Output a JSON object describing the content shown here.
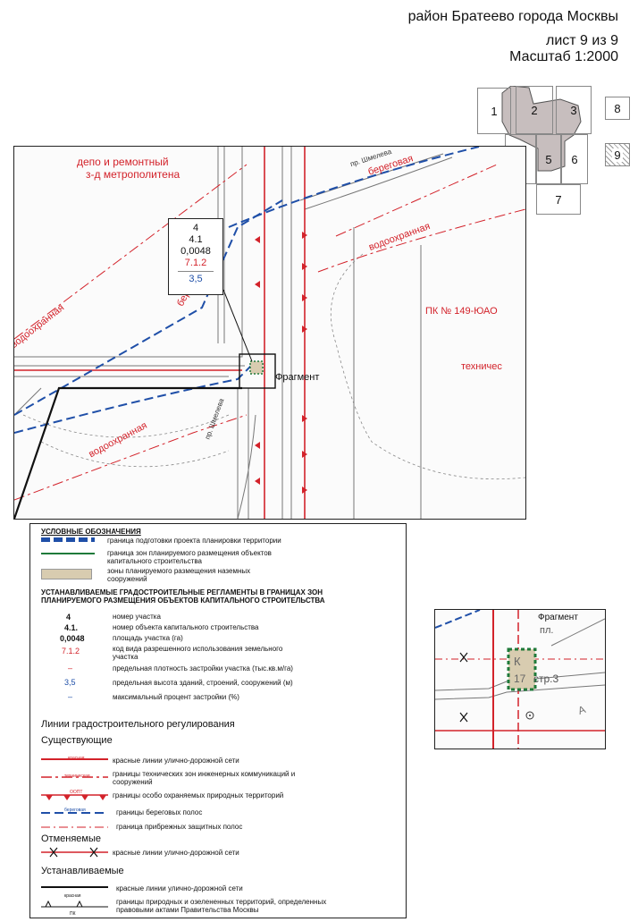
{
  "header": {
    "district": "район Братеево города Москвы",
    "sheet": "лист 9 из 9",
    "scale": "Масштаб 1:2000"
  },
  "sheet_index": {
    "cells": [
      "1",
      "2",
      "3",
      "4",
      "5",
      "6",
      "7",
      "8",
      "9"
    ],
    "current": "9"
  },
  "map": {
    "labels": {
      "depot": "депо и ремонтный",
      "depot2": "з-д метрополитена",
      "coastal1": "береговая",
      "coastal2": "береговая",
      "water1": "водоохранная",
      "water2": "водоохранная",
      "water3": "водоохранная",
      "pk": "ПК № 149-ЮАО",
      "tech": "техничес",
      "fragment": "Фрагмент",
      "street1": "пр. Шмелева",
      "street2": "пр. Шмелева"
    },
    "callout": {
      "plot_no": "4",
      "object_no": "4.1",
      "area": "0,0048",
      "use_code": "7.1.2",
      "height": "3,5"
    }
  },
  "legend": {
    "title": "УСЛОВНЫЕ ОБОЗНАЧЕНИЯ",
    "items": [
      "граница подготовки проекта планировки территории",
      "граница зон планируемого размещения объектов капитального строительства",
      "зоны планируемого размещения наземных сооружений"
    ],
    "regulations_title": "УСТАНАВЛИВАЕМЫЕ ГРАДОСТРОИТЕЛЬНЫЕ РЕГЛАМЕНТЫ В ГРАНИЦАХ ЗОН ПЛАНИРУЕМОГО РАЗМЕЩЕНИЯ ОБЪЕКТОВ КАПИТАЛЬНОГО СТРОИТЕЛЬСТВА",
    "regulations": [
      {
        "sym": "4",
        "text": "номер участка",
        "color": "#111111"
      },
      {
        "sym": "4.1.",
        "text": "номер объекта капитального строительства",
        "color": "#111111"
      },
      {
        "sym": "0,0048",
        "text": "площадь участка (га)",
        "color": "#111111"
      },
      {
        "sym": "7.1.2",
        "text": "код вида разрешенного использования земельного участка",
        "color": "#d3222a"
      },
      {
        "sym": "–",
        "text": "предельная плотность застройки участка (тыс.кв.м/га)",
        "color": "#d3222a"
      },
      {
        "sym": "3,5",
        "text": "предельная высота зданий, строений, сооружений (м)",
        "color": "#1f4fa8"
      },
      {
        "sym": "–",
        "text": "максимальный процент застройки (%)",
        "color": "#1f4fa8"
      }
    ],
    "lines_title": "Линии градостроительного регулирования",
    "existing_title": "Существующие",
    "existing": [
      "красные линии улично-дорожной сети",
      "границы технических зон инженерных коммуникаций и сооружений",
      "границы особо охраняемых природных территорий",
      "границы береговых полос",
      "граница прибрежных защитных полос"
    ],
    "cancelled_title": "Отменяемые",
    "cancelled": [
      "красные линии улично-дорожной сети"
    ],
    "established_title": "Устанавливаемые",
    "established": [
      "красные линии улично-дорожной сети",
      "границы природных и озелененных территорий, определенных правовыми актами Правительства Москвы"
    ],
    "small_labels": {
      "krasnye": "красная",
      "tech": "техническая",
      "oopt": "ООПТ",
      "coast": "береговая",
      "krasnye2": "красная",
      "pk": "ПК"
    }
  },
  "inset": {
    "title": "Фрагмент",
    "pl": "пл.",
    "k": "К",
    "num": "17",
    "str": "стр.3",
    "a": "А"
  },
  "colors": {
    "red": "#d3222a",
    "blue": "#1f4fa8",
    "zone_fill": "#d8ccb0",
    "index_fill": "#c7bebe"
  }
}
